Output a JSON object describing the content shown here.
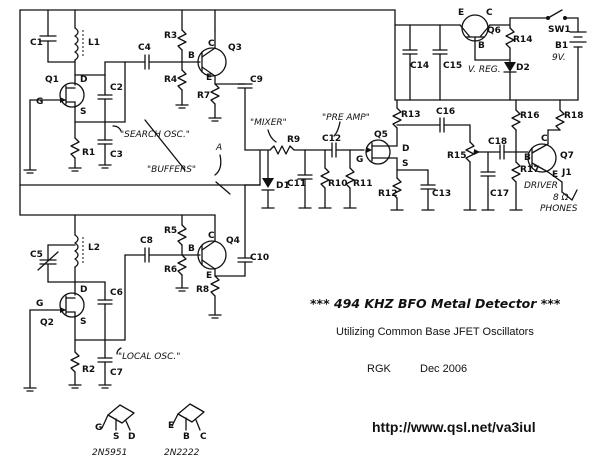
{
  "title": "*** 494 KHZ BFO Metal Detector ***",
  "subtitle": "Utilizing Common Base JFET Oscillators",
  "author": "RGK",
  "date": "Dec 2006",
  "url": "http://www.qsl.net/va3iul",
  "annotations": {
    "search_osc": "\"SEARCH OSC.\"",
    "local_osc": "\"LOCAL OSC.\"",
    "buffers": "\"BUFFERS\"",
    "buffers_a": "A",
    "mixer": "\"MIXER\"",
    "pre_amp": "\"PRE AMP\"",
    "v_reg": "V. REG.",
    "driver": "DRIVER",
    "phones_value": "8 Ω",
    "phones": "PHONES",
    "battery_value": "9V."
  },
  "components": {
    "C1": "C1",
    "L1": "L1",
    "Q1": "Q1",
    "C2": "C2",
    "C3": "C3",
    "R1": "R1",
    "C4": "C4",
    "R3": "R3",
    "R4": "R4",
    "Q3": "Q3",
    "R7": "R7",
    "C9": "C9",
    "C5": "C5",
    "L2": "L2",
    "Q2": "Q2",
    "C6": "C6",
    "C7": "C7",
    "R2": "R2",
    "C8": "C8",
    "R5": "R5",
    "R6": "R6",
    "Q4": "Q4",
    "R8": "R8",
    "C10": "C10",
    "R9": "R9",
    "D1": "D1",
    "C11": "C11",
    "R10": "R10",
    "C12": "C12",
    "R11": "R11",
    "Q5": "Q5",
    "R12": "R12",
    "C13": "C13",
    "R13": "R13",
    "C16": "C16",
    "R15": "R15",
    "C17": "C17",
    "C18": "C18",
    "R16": "R16",
    "R17": "R17",
    "Q7": "Q7",
    "R18": "R18",
    "J1": "J1",
    "C14": "C14",
    "C15": "C15",
    "Q6": "Q6",
    "R14": "R14",
    "D2": "D2",
    "SW1": "SW1",
    "B1": "B1"
  },
  "pins": {
    "G": "G",
    "D": "D",
    "S": "S",
    "B": "B",
    "C": "C",
    "E": "E"
  },
  "pinouts": {
    "jfet_part": "2N5951",
    "bjt_part": "2N2222"
  }
}
